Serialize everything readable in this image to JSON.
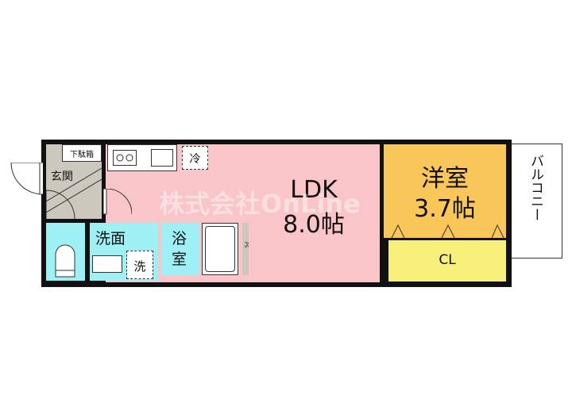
{
  "rooms": {
    "ldk": {
      "name": "LDK",
      "size": "8.0帖",
      "color": "#f9c5c8"
    },
    "western": {
      "name": "洋室",
      "size": "3.7帖",
      "color": "#f9c65a"
    },
    "closet": {
      "name": "CL",
      "color": "#f8f07a"
    },
    "entrance": {
      "name": "玄関",
      "color": "#ccc8bd"
    },
    "shoe_box": {
      "name": "下駄箱"
    },
    "washroom": {
      "name": "洗面",
      "color": "#9ff0f5"
    },
    "bath": {
      "name": "浴",
      "name2": "室"
    },
    "washer": {
      "name": "洗"
    },
    "fridge": {
      "name": "冷"
    },
    "ps": {
      "name": "PS"
    },
    "balcony": {
      "name": "バルコニー"
    }
  },
  "watermark": "株式会社OnLine"
}
